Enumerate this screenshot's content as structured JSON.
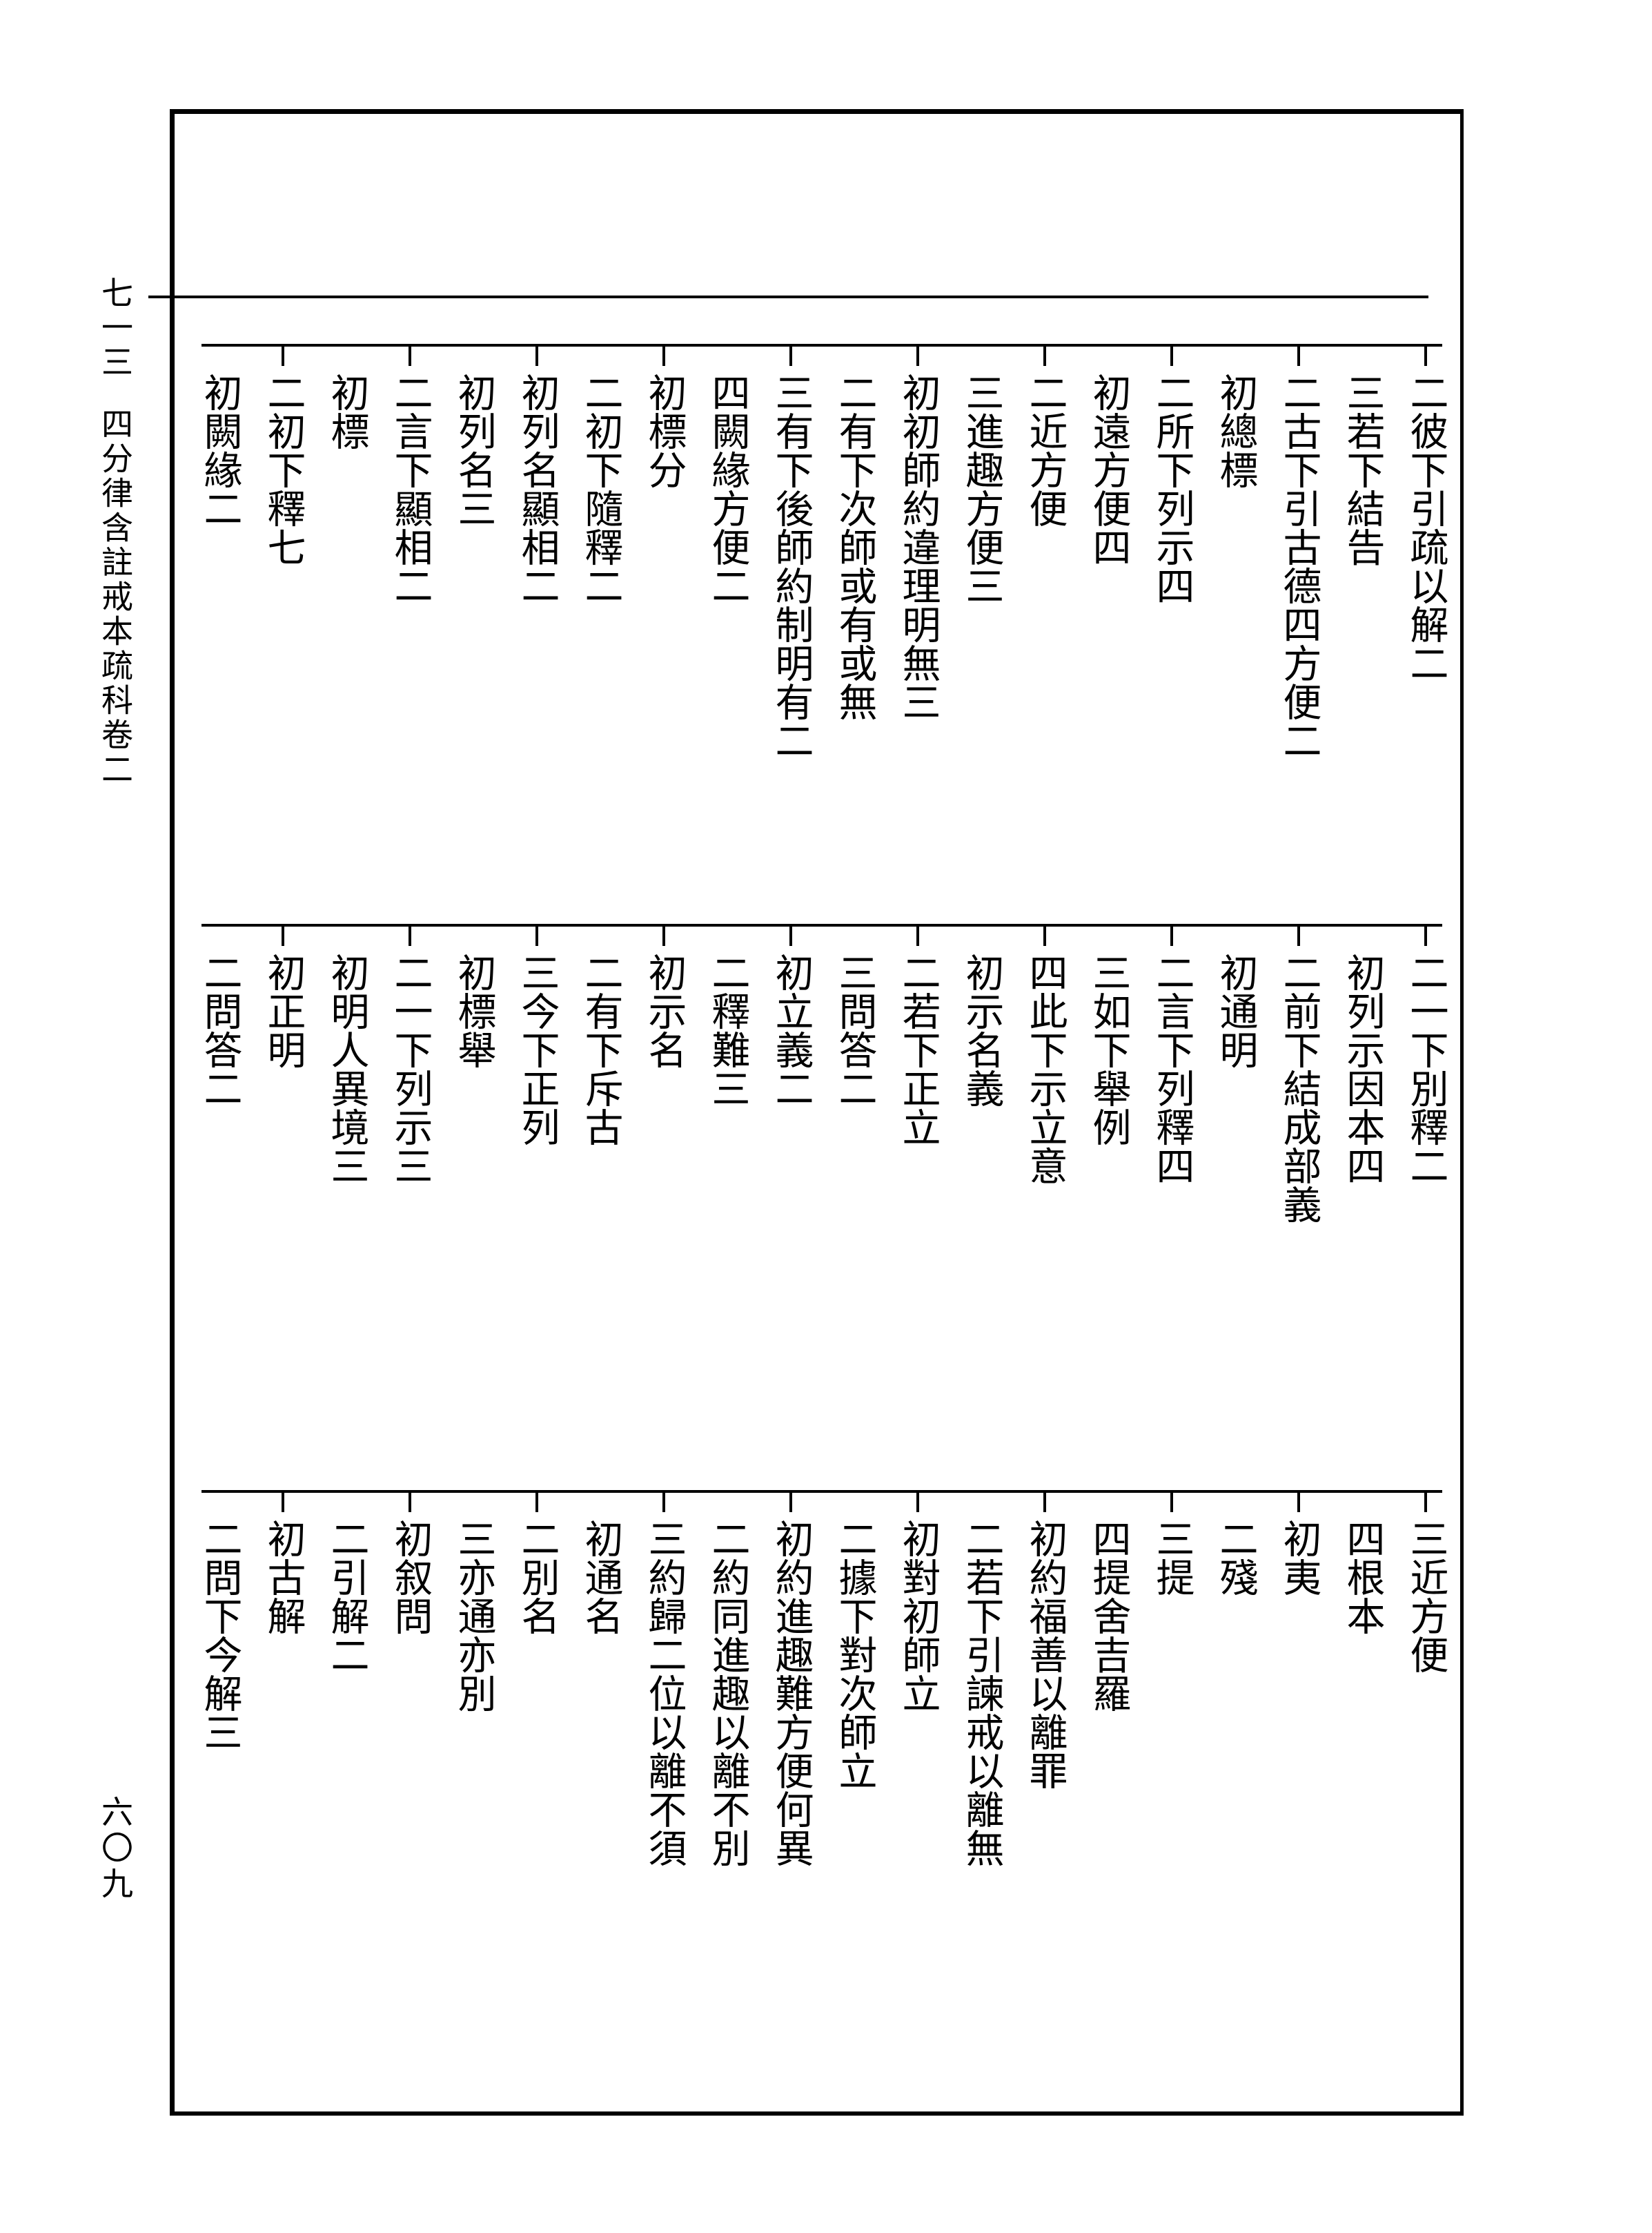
{
  "margin": {
    "top_number": "七一三",
    "book_title": "四分律含註戒本疏科卷二",
    "page_number": "六〇九"
  },
  "tiers": [
    {
      "name": "tier1",
      "columns": [
        "二彼下引疏以解二",
        "三若下結告",
        "二古下引古德四方便二",
        "初總標",
        "二所下列示四",
        "初遠方便四",
        "二近方便",
        "三進趣方便三",
        "初初師約違理明無三",
        "二有下次師或有或無",
        "三有下後師約制明有二",
        "四闕緣方便二",
        "初標分",
        "二初下隨釋二",
        "初列名顯相二",
        "初列名三",
        "二言下顯相二",
        "初標",
        "二初下釋七",
        "初闕緣二"
      ]
    },
    {
      "name": "tier2",
      "columns": [
        "二一下別釋二",
        "初列示因本四",
        "二前下結成部義",
        "初通明",
        "二言下列釋四",
        "三如下舉例",
        "四此下示立意",
        "初示名義",
        "二若下正立",
        "三問答二",
        "初立義二",
        "二釋難三",
        "初示名",
        "二有下斥古",
        "三今下正列",
        "初標舉",
        "二一下列示三",
        "初明人異境三",
        "初正明",
        "二問答二"
      ]
    },
    {
      "name": "tier3",
      "columns": [
        "三近方便",
        "四根本",
        "初夷",
        "二殘",
        "三提",
        "四提舍吉羅",
        "初約福善以離罪",
        "二若下引諫戒以離無",
        "初對初師立",
        "二據下對次師立",
        "初約進趣難方便何異",
        "二約同進趣以離不別",
        "三約歸二位以離不須",
        "初通名",
        "二別名",
        "三亦通亦別",
        "初叙問",
        "二引解二",
        "初古解",
        "二問下今解三"
      ]
    }
  ]
}
